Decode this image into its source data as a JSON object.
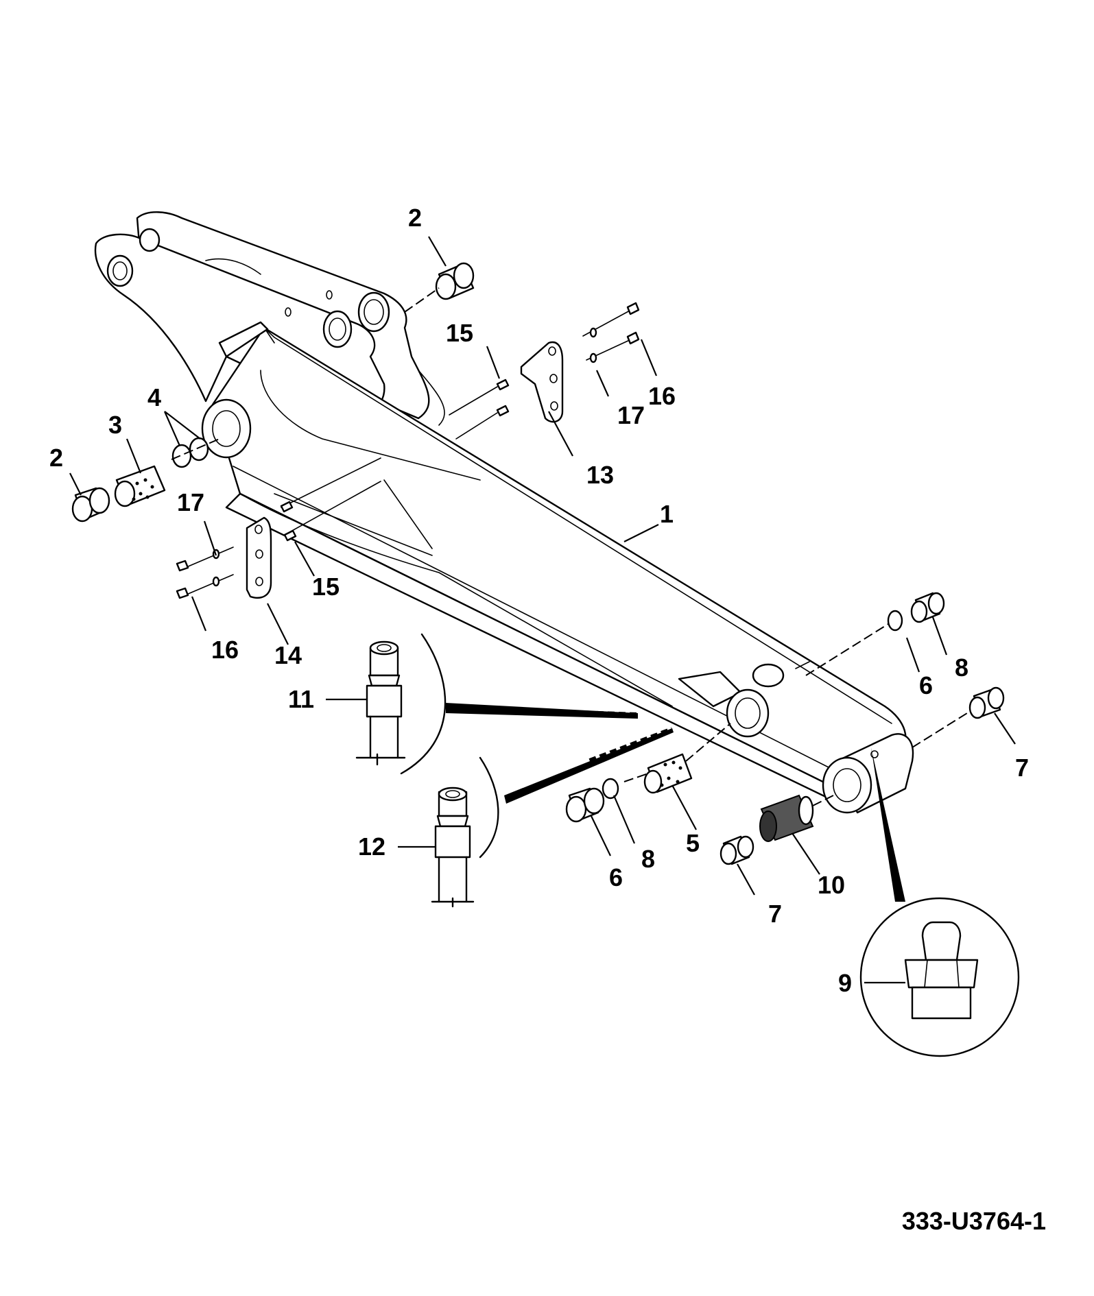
{
  "drawing_number": "333-U3764-1",
  "callouts": [
    {
      "id": "c2a",
      "text": "2"
    },
    {
      "id": "c2b",
      "text": "2"
    },
    {
      "id": "c3",
      "text": "3"
    },
    {
      "id": "c4",
      "text": "4"
    },
    {
      "id": "c15a",
      "text": "15"
    },
    {
      "id": "c16a",
      "text": "16"
    },
    {
      "id": "c17a",
      "text": "17"
    },
    {
      "id": "c13",
      "text": "13"
    },
    {
      "id": "c1",
      "text": "1"
    },
    {
      "id": "c17b",
      "text": "17"
    },
    {
      "id": "c15b",
      "text": "15"
    },
    {
      "id": "c16b",
      "text": "16"
    },
    {
      "id": "c14",
      "text": "14"
    },
    {
      "id": "c11",
      "text": "11"
    },
    {
      "id": "c12",
      "text": "12"
    },
    {
      "id": "c6a",
      "text": "6"
    },
    {
      "id": "c8a",
      "text": "8"
    },
    {
      "id": "c7a",
      "text": "7"
    },
    {
      "id": "c5",
      "text": "5"
    },
    {
      "id": "c6b",
      "text": "6"
    },
    {
      "id": "c8b",
      "text": "8"
    },
    {
      "id": "c10",
      "text": "10"
    },
    {
      "id": "c7b",
      "text": "7"
    },
    {
      "id": "c9",
      "text": "9"
    }
  ]
}
